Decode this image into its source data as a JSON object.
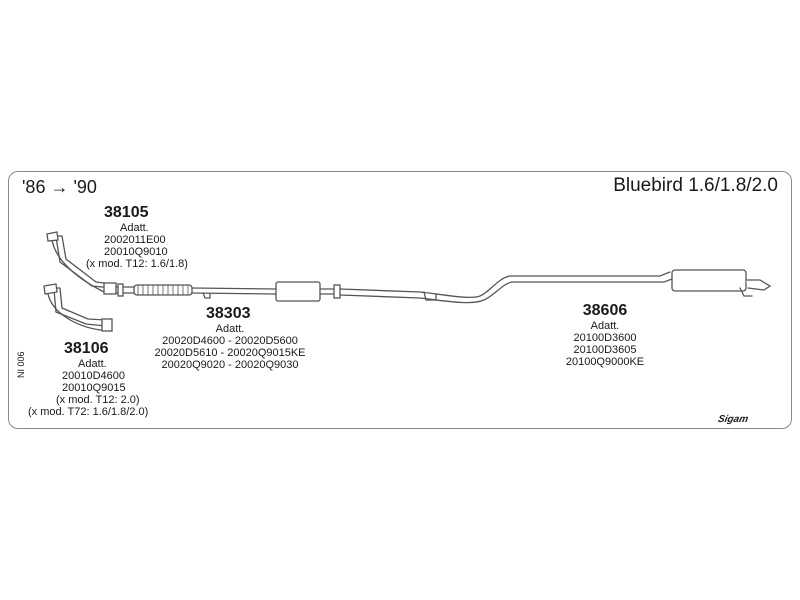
{
  "header": {
    "years": "'86 → '90",
    "title": "Bluebird 1.6/1.8/2.0"
  },
  "parts": [
    {
      "number": "38105",
      "note": "Adatt.",
      "codes": [
        "2002011E00",
        "20010Q9010",
        "(x mod. T12: 1.6/1.8)"
      ]
    },
    {
      "number": "38106",
      "note": "Adatt.",
      "codes": [
        "20010D4600",
        "20010Q9015",
        "(x mod. T12: 2.0)",
        "(x mod. T72: 1.6/1.8/2.0)"
      ]
    },
    {
      "number": "38303",
      "note": "Adatt.",
      "codes": [
        "20020D4600 - 20020D5600",
        "20020D5610 - 20020Q9015KE",
        "20020Q9020 - 20020Q9030"
      ]
    },
    {
      "number": "38606",
      "note": "Adatt.",
      "codes": [
        "20100D3600",
        "20100D3605",
        "20100Q9000KE"
      ]
    }
  ],
  "side_label": "NI 006",
  "brand": "Sigam",
  "colors": {
    "line": "#555555",
    "panel_border": "#8a8a8a"
  }
}
